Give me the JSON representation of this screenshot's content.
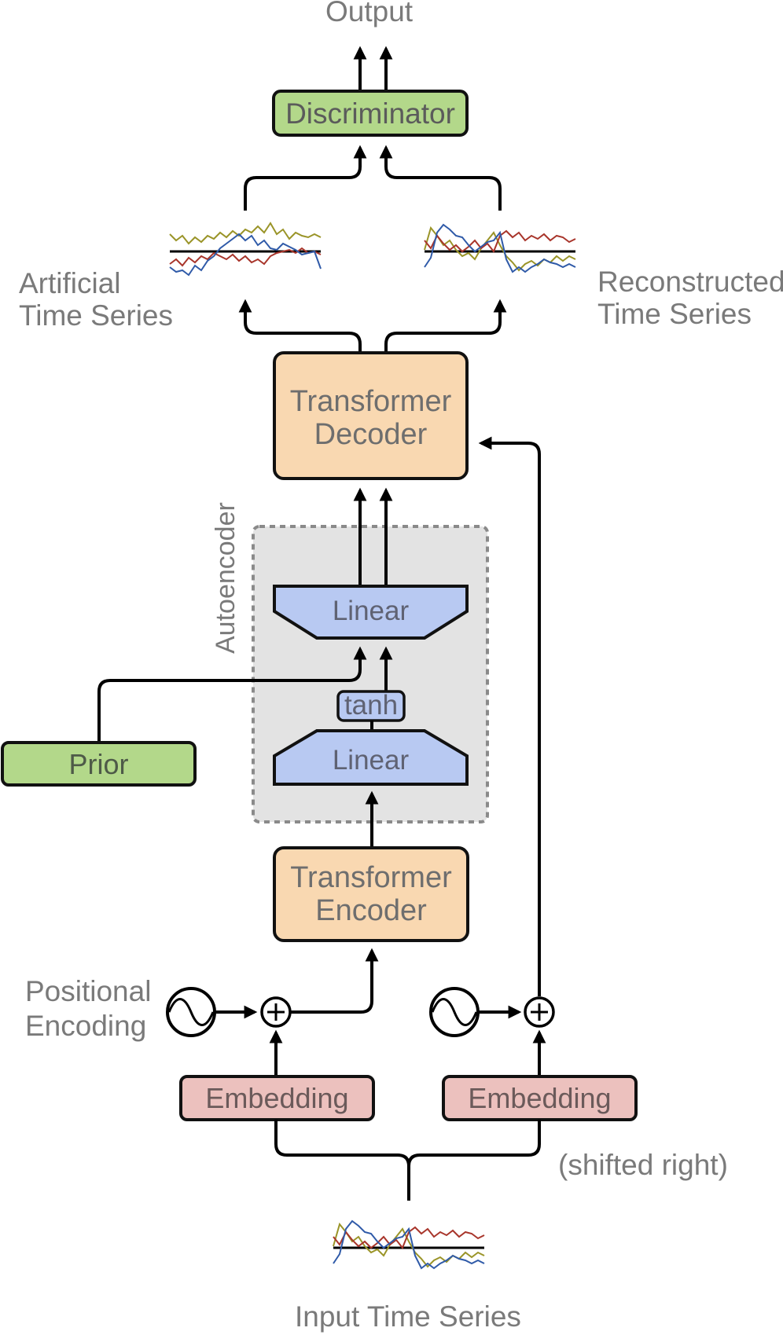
{
  "labels": {
    "output": "Output",
    "artificial": "Artificial\nTime Series",
    "reconstructed": "Reconstructed\nTime Series",
    "autoencoder": "Autoencoder",
    "positional_encoding": "Positional\nEncoding",
    "shifted_right": "(shifted right)",
    "input_time_series": "Input Time Series"
  },
  "blocks": {
    "discriminator": "Discriminator",
    "decoder": "Transformer\nDecoder",
    "linear_top": "Linear",
    "tanh": "tanh",
    "linear_bottom": "Linear",
    "prior": "Prior",
    "encoder": "Transformer\nEncoder",
    "embedding_left": "Embedding",
    "embedding_right": "Embedding"
  },
  "colors": {
    "green": "#b3d88a",
    "orange": "#f9d8b1",
    "blue": "#b8c9f2",
    "pink": "#ecc1be",
    "autoencoder_bg": "#e3e3e3",
    "series_1": "#2f5aa8",
    "series_2": "#a8352b",
    "series_3": "#9a9428"
  },
  "icons": {
    "sum": "circled-plus-icon",
    "positional": "sine-wave-icon"
  }
}
